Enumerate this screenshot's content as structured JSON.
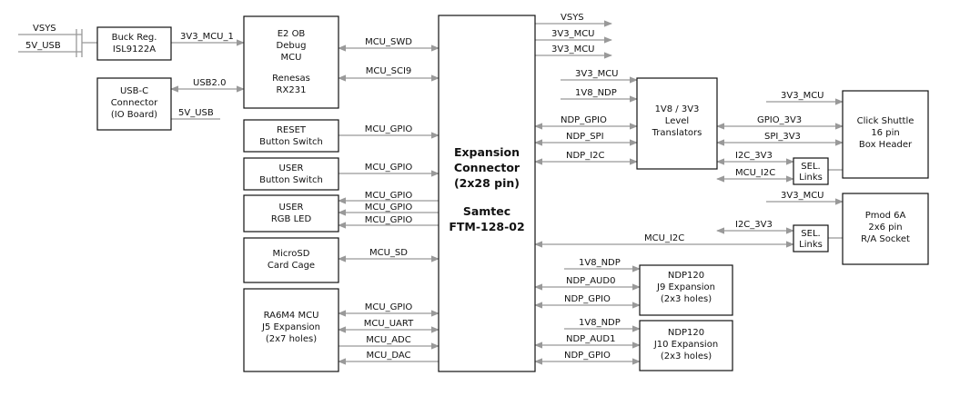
{
  "colors": {
    "wire": "#999999",
    "box_stroke": "#111111",
    "text": "#111111"
  },
  "blocks": {
    "buck": [
      "Buck Reg.",
      "ISL9122A"
    ],
    "e2ob": [
      "E2 OB",
      "Debug",
      "MCU",
      "",
      "Renesas",
      "RX231"
    ],
    "usbc": [
      "USB-C",
      "Connector",
      "(IO Board)"
    ],
    "reset": [
      "RESET",
      "Button Switch"
    ],
    "user_btn": [
      "USER",
      "Button Switch"
    ],
    "user_led": [
      "USER",
      "RGB LED"
    ],
    "microsd": [
      "MicroSD",
      "Card Cage"
    ],
    "ra6m4": [
      "RA6M4 MCU",
      "J5 Expansion",
      "(2x7 holes)"
    ],
    "expansion": [
      "Expansion",
      "Connector",
      "(2x28 pin)",
      "",
      "Samtec",
      "FTM-128-02"
    ],
    "translators": [
      "1V8 / 3V3",
      "Level",
      "Translators"
    ],
    "click": [
      "Click Shuttle",
      "16 pin",
      "Box Header"
    ],
    "sel1": [
      "SEL.",
      "Links"
    ],
    "sel2": [
      "SEL.",
      "Links"
    ],
    "pmod": [
      "Pmod 6A",
      "2x6 pin",
      "R/A Socket"
    ],
    "ndp_j9": [
      "NDP120",
      "J9 Expansion",
      "(2x3 holes)"
    ],
    "ndp_j10": [
      "NDP120",
      "J10 Expansion",
      "(2x3 holes)"
    ]
  },
  "signals": {
    "vsys_in": "VSYS",
    "usb5v_in": "5V_USB",
    "mcu_3v3_1": "3V3_MCU_1",
    "usb2": "USB2.0",
    "usbc_5v": "5V_USB",
    "swd": "MCU_SWD",
    "sci9": "MCU_SCI9",
    "reset_gpio": "MCU_GPIO",
    "userbtn_gpio": "MCU_GPIO",
    "led_gpio1": "MCU_GPIO",
    "led_gpio2": "MCU_GPIO",
    "led_gpio3": "MCU_GPIO",
    "sd": "MCU_SD",
    "ra_gpio": "MCU_GPIO",
    "ra_uart": "MCU_UART",
    "ra_adc": "MCU_ADC",
    "ra_dac": "MCU_DAC",
    "out_vsys": "VSYS",
    "out_3v3a": "3V3_MCU",
    "out_3v3b": "3V3_MCU",
    "lt_3v3": "3V3_MCU",
    "lt_1v8": "1V8_NDP",
    "ndp_gpio": "NDP_GPIO",
    "ndp_spi": "NDP_SPI",
    "ndp_i2c": "NDP_I2C",
    "click_3v3": "3V3_MCU",
    "gpio_3v3": "GPIO_3V3",
    "spi_3v3": "SPI_3V3",
    "i2c_3v3_a": "I2C_3V3",
    "mcu_i2c_a": "MCU_I2C",
    "pmod_3v3": "3V3_MCU",
    "i2c_3v3_b": "I2C_3V3",
    "mcu_i2c_b": "MCU_I2C",
    "j9_1v8": "1V8_NDP",
    "j9_aud0": "NDP_AUD0",
    "j9_gpio": "NDP_GPIO",
    "j10_1v8": "1V8_NDP",
    "j10_aud1": "NDP_AUD1",
    "j10_gpio": "NDP_GPIO"
  }
}
